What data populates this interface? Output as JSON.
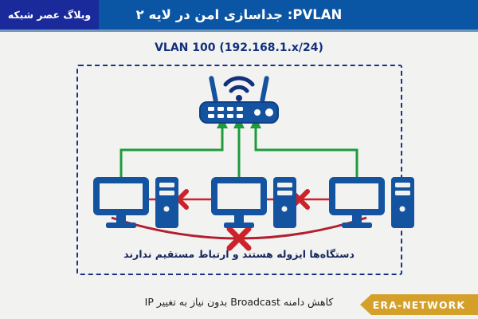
{
  "header": {
    "title": "PVLAN: جداسازی امن در لایه ۲",
    "brand_badge": "وبلاگ عصر شبکه",
    "bg_color": "#0b56a4",
    "badge_color": "#1b2a9b"
  },
  "diagram": {
    "vlan_label": "VLAN 100 (192.168.1.x/24)",
    "isolation_caption": "دستگاه‌ها ایزوله هستند و ارتباط مستقیم ندارند",
    "router_icon": "wifi-router-icon",
    "host_icon": "desktop-computer-icon",
    "block_icon": "red-x-icon",
    "uplink_icon": "green-arrow-icon",
    "colors": {
      "device_blue": "#14539f",
      "device_blue_dark": "#0f3f86",
      "uplink_green": "#1f9b3e",
      "blocked_red": "#cc2229",
      "boundary_navy": "#17348a",
      "subtitle_navy": "#12307e"
    },
    "hosts": [
      {
        "name": "host-left"
      },
      {
        "name": "host-center"
      },
      {
        "name": "host-right"
      }
    ]
  },
  "footer": {
    "note": "کاهش دامنه Broadcast بدون نیاز به تغییر IP",
    "ribbon_label": "ERA-NETWORK",
    "ribbon_color": "#d4a02a"
  }
}
